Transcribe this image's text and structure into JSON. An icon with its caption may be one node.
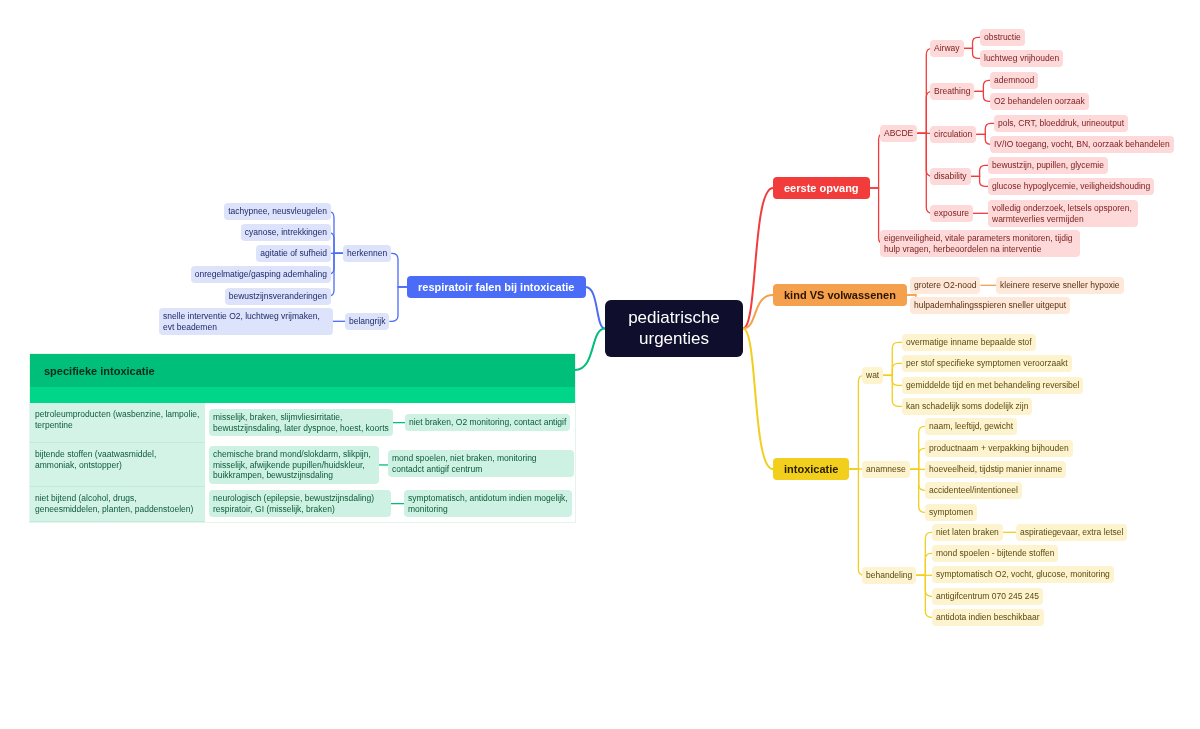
{
  "diagram": {
    "nodes": [
      {
        "text": [
          "pediatrische urgenties"
        ]
      },
      {
        "text": [
          "eerste opvang"
        ]
      },
      {
        "text": [
          "ABCDE"
        ]
      },
      {
        "text": [
          "Airway"
        ]
      },
      {
        "text": [
          "obstructie"
        ]
      },
      {
        "text": [
          "luchtweg vrijhouden"
        ]
      },
      {
        "text": [
          "Breathing"
        ]
      },
      {
        "text": [
          "ademnood"
        ]
      },
      {
        "text": [
          "O2 behandelen  oorzaak"
        ]
      },
      {
        "text": [
          "circulation"
        ]
      },
      {
        "text": [
          "pols, CRT, bloeddruk, urineoutput"
        ]
      },
      {
        "text": [
          "IV/IO toegang, vocht, BN, oorzaak behandelen"
        ]
      },
      {
        "text": [
          "disability"
        ]
      },
      {
        "text": [
          "bewustzijn, pupillen, glycemie"
        ]
      },
      {
        "text": [
          "glucose hypoglycemie, veiligheidshouding"
        ]
      },
      {
        "text": [
          "exposure"
        ]
      },
      {
        "text": [
          "volledig onderzoek, letsels opsporen, warmteverlies vermijden"
        ]
      },
      {
        "text": [
          "eigenveiligheid, vitale parameters monitoren, tijdig hulp vragen, herbeoordelen na interventie"
        ]
      },
      {
        "text": [
          "kind VS volwassenen"
        ]
      },
      {
        "text": [
          "grotere O2-nood"
        ]
      },
      {
        "text": [
          "kleinere reserve sneller hypoxie"
        ]
      },
      {
        "text": [
          "hulpademhalingsspieren sneller uitgeput"
        ]
      },
      {
        "text": [
          "intoxicatie"
        ]
      },
      {
        "text": [
          "wat"
        ]
      },
      {
        "text": [
          "overmatige inname bepaalde stof"
        ]
      },
      {
        "text": [
          "per stof specifieke symptomen veroorzaakt"
        ]
      },
      {
        "text": [
          "gemiddelde tijd en met behandeling reversibel"
        ]
      },
      {
        "text": [
          "kan schadelijk soms dodelijk zijn"
        ]
      },
      {
        "text": [
          "anamnese"
        ]
      },
      {
        "text": [
          "naam, leeftijd, gewicht"
        ]
      },
      {
        "text": [
          "productnaam + verpakking bijhouden"
        ]
      },
      {
        "text": [
          "hoeveelheid, tijdstip manier inname"
        ]
      },
      {
        "text": [
          "accidenteel/intentioneel"
        ]
      },
      {
        "text": [
          "symptomen"
        ]
      },
      {
        "text": [
          "behandeling"
        ]
      },
      {
        "text": [
          "niet laten braken"
        ]
      },
      {
        "text": [
          "aspiratiegevaar, extra letsel"
        ]
      },
      {
        "text": [
          "mond spoelen - bijtende stoffen"
        ]
      },
      {
        "text": [
          "symptomatisch O2, vocht, glucose, monitoring"
        ]
      },
      {
        "text": [
          "antigifcentrum 070 245 245"
        ]
      },
      {
        "text": [
          "antidota indien beschikbaar"
        ]
      },
      {
        "text": [
          "respiratoir falen bij intoxicatie"
        ]
      },
      {
        "text": [
          "herkennen"
        ]
      },
      {
        "text": [
          "tachypnee, neusvleugelen"
        ]
      },
      {
        "text": [
          "cyanose, intrekkingen"
        ]
      },
      {
        "text": [
          "agitatie of sufheid"
        ]
      },
      {
        "text": [
          "onregelmatige/gasping ademhaling"
        ]
      },
      {
        "text": [
          "bewustzijnsveranderingen"
        ]
      },
      {
        "text": [
          "belangrijk"
        ]
      },
      {
        "text": [
          "snelle interventie O2, luchtweg vrijmaken, evt beademen"
        ]
      },
      {
        "text": [
          "specifieke intoxicatie"
        ]
      },
      {
        "text": [
          "petroleumproducten (wasbenzine, lampolie, terpentine"
        ],
        "in": 50
      },
      {
        "text": [
          "misselijk, braken, slijmvliesirritatie, bewustzijnsdaling, later dyspnoe, hoest, koorts"
        ],
        "in": 50
      },
      {
        "text": [
          "niet braken, O2 monitoring, contact antigif"
        ],
        "in": 50
      },
      {
        "text": [
          "bijtende stoffen (vaatwasmiddel, ammoniak, ontstopper)"
        ],
        "in": 50
      },
      {
        "text": [
          "chemische brand mond/slokdarm, slikpijn, misselijk, afwijkende pupillen/huidskleur, buikkrampen, bewustzijnsdaling"
        ],
        "in": 50
      },
      {
        "text": [
          "mond spoelen, niet braken, monitoring contadct antigif centrum"
        ],
        "in": 50
      },
      {
        "text": [
          "niet bijtend (alcohol, drugs, geneesmiddelen, planten, paddenstoelen)"
        ],
        "in": 50
      },
      {
        "text": [
          "neurologisch (epilepsie, bewustzijnsdaling) respiratoir, GI (misselijk, braken)"
        ],
        "in": 50
      },
      {
        "text": [
          "symptomatisch, antidotum indien mogelijk, monitoring"
        ],
        "in": 50
      }
    ],
    "edges": [
      {
        "from": 0,
        "to": 1,
        "arrow": "none",
        "color": "#f23c3c"
      },
      {
        "from": 1,
        "to": 2,
        "arrow": "none",
        "color": "#f23c3c"
      },
      {
        "from": 2,
        "to": 3,
        "arrow": "none",
        "color": "#f23c3c"
      },
      {
        "from": 3,
        "to": 4,
        "arrow": "none",
        "color": "#f23c3c"
      },
      {
        "from": 3,
        "to": 5,
        "arrow": "none",
        "color": "#f23c3c"
      },
      {
        "from": 2,
        "to": 6,
        "arrow": "none",
        "color": "#f23c3c"
      },
      {
        "from": 6,
        "to": 7,
        "arrow": "none",
        "color": "#f23c3c"
      },
      {
        "from": 6,
        "to": 8,
        "arrow": "none",
        "color": "#f23c3c"
      },
      {
        "from": 2,
        "to": 9,
        "arrow": "none",
        "color": "#f23c3c"
      },
      {
        "from": 9,
        "to": 10,
        "arrow": "none",
        "color": "#f23c3c"
      },
      {
        "from": 9,
        "to": 11,
        "arrow": "none",
        "color": "#f23c3c"
      },
      {
        "from": 2,
        "to": 12,
        "arrow": "none",
        "color": "#f23c3c"
      },
      {
        "from": 12,
        "to": 13,
        "arrow": "none",
        "color": "#f23c3c"
      },
      {
        "from": 12,
        "to": 14,
        "arrow": "none",
        "color": "#f23c3c"
      },
      {
        "from": 2,
        "to": 15,
        "arrow": "none",
        "color": "#f23c3c"
      },
      {
        "from": 15,
        "to": 16,
        "arrow": "none",
        "color": "#f23c3c"
      },
      {
        "from": 1,
        "to": 17,
        "arrow": "none",
        "color": "#f23c3c"
      },
      {
        "from": 0,
        "to": 18,
        "arrow": "none",
        "color": "#f5a04d"
      },
      {
        "from": 18,
        "to": 19,
        "arrow": "none",
        "color": "#f5a04d"
      },
      {
        "from": 19,
        "to": 20,
        "arrow": "none",
        "color": "#f5a04d"
      },
      {
        "from": 18,
        "to": 21,
        "arrow": "none",
        "color": "#f5a04d"
      },
      {
        "from": 0,
        "to": 22,
        "arrow": "none",
        "color": "#f2cf1d"
      },
      {
        "from": 22,
        "to": 23,
        "arrow": "none",
        "color": "#f2cf1d"
      },
      {
        "from": 23,
        "to": 24,
        "arrow": "none",
        "color": "#f2cf1d"
      },
      {
        "from": 23,
        "to": 25,
        "arrow": "none",
        "color": "#f2cf1d"
      },
      {
        "from": 23,
        "to": 26,
        "arrow": "none",
        "color": "#f2cf1d"
      },
      {
        "from": 23,
        "to": 27,
        "arrow": "none",
        "color": "#f2cf1d"
      },
      {
        "from": 22,
        "to": 28,
        "arrow": "none",
        "color": "#f2cf1d"
      },
      {
        "from": 28,
        "to": 29,
        "arrow": "none",
        "color": "#f2cf1d"
      },
      {
        "from": 28,
        "to": 30,
        "arrow": "none",
        "color": "#f2cf1d"
      },
      {
        "from": 28,
        "to": 31,
        "arrow": "none",
        "color": "#f2cf1d"
      },
      {
        "from": 28,
        "to": 32,
        "arrow": "none",
        "color": "#f2cf1d"
      },
      {
        "from": 28,
        "to": 33,
        "arrow": "none",
        "color": "#f2cf1d"
      },
      {
        "from": 22,
        "to": 34,
        "arrow": "none",
        "color": "#f2cf1d"
      },
      {
        "from": 34,
        "to": 35,
        "arrow": "none",
        "color": "#f2cf1d"
      },
      {
        "from": 35,
        "to": 36,
        "arrow": "none",
        "color": "#f2cf1d"
      },
      {
        "from": 34,
        "to": 37,
        "arrow": "none",
        "color": "#f2cf1d"
      },
      {
        "from": 34,
        "to": 38,
        "arrow": "none",
        "color": "#f2cf1d"
      },
      {
        "from": 34,
        "to": 39,
        "arrow": "none",
        "color": "#f2cf1d"
      },
      {
        "from": 34,
        "to": 40,
        "arrow": "none",
        "color": "#f2cf1d"
      },
      {
        "from": 0,
        "to": 41,
        "arrow": "none",
        "color": "#4a6cf7"
      },
      {
        "from": 41,
        "to": 42,
        "arrow": "none",
        "color": "#4a6cf7"
      },
      {
        "from": 42,
        "to": 43,
        "arrow": "none",
        "color": "#4a6cf7"
      },
      {
        "from": 42,
        "to": 44,
        "arrow": "none",
        "color": "#4a6cf7"
      },
      {
        "from": 42,
        "to": 45,
        "arrow": "none",
        "color": "#4a6cf7"
      },
      {
        "from": 42,
        "to": 46,
        "arrow": "none",
        "color": "#4a6cf7"
      },
      {
        "from": 42,
        "to": 47,
        "arrow": "none",
        "color": "#4a6cf7"
      },
      {
        "from": 41,
        "to": 48,
        "arrow": "none",
        "color": "#4a6cf7"
      },
      {
        "from": 48,
        "to": 49,
        "arrow": "none",
        "color": "#4a6cf7"
      },
      {
        "from": 0,
        "to": 50,
        "arrow": "none",
        "color": "#00bf7a"
      },
      {
        "from": 52,
        "to": 53,
        "arrow": "none",
        "color": "#00bf7a"
      },
      {
        "from": 55,
        "to": 56,
        "arrow": "none",
        "color": "#00bf7a"
      },
      {
        "from": 58,
        "to": 59,
        "arrow": "none",
        "color": "#00bf7a"
      }
    ]
  }
}
